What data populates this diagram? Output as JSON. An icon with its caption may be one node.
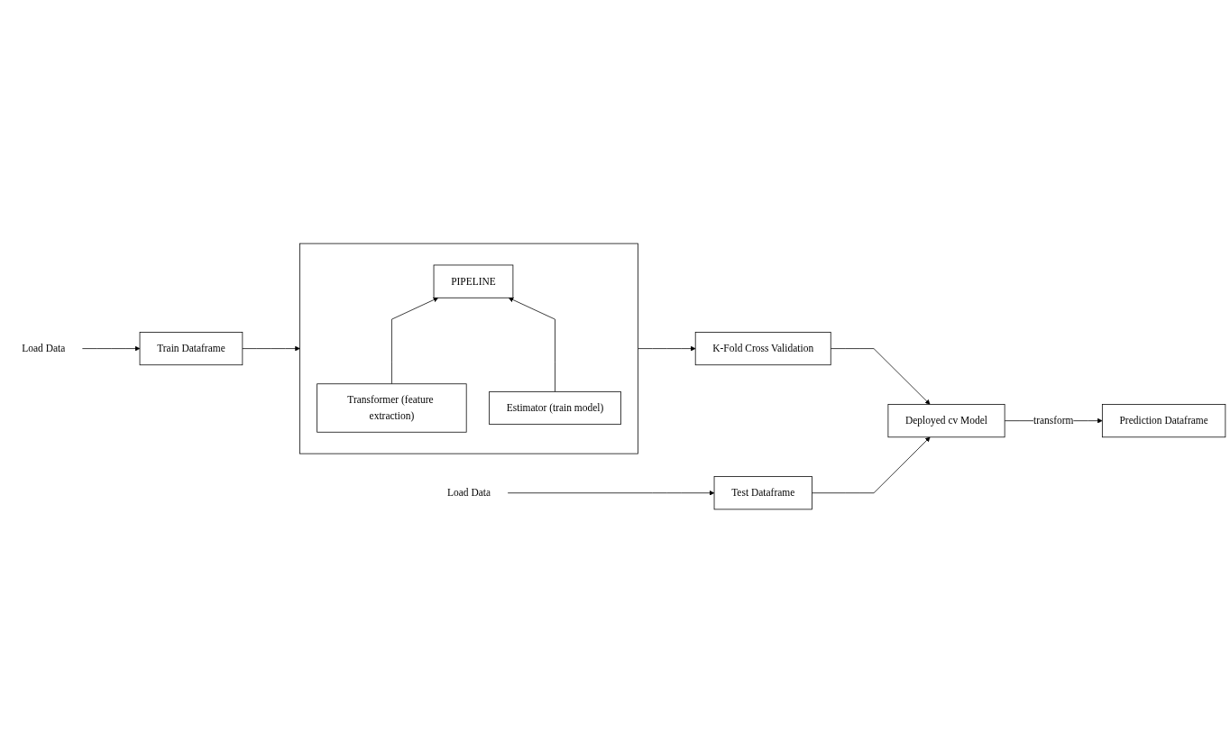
{
  "diagram": {
    "nodes": [
      {
        "text": [
          "Load Data"
        ]
      },
      {
        "text": [
          "Train Dataframe"
        ]
      },
      {
        "text": [],
        "shape": "box"
      },
      {
        "text": [
          "PIPELINE"
        ],
        "in": 2
      },
      {
        "text": [
          "Transformer (feature extraction)"
        ],
        "in": 2
      },
      {
        "text": [
          "Estimator (train model)"
        ],
        "in": 2
      },
      {
        "text": [
          "K-Fold Cross Validation"
        ]
      },
      {
        "text": [
          "Load Data"
        ]
      },
      {
        "text": [
          "Test Dataframe"
        ]
      },
      {
        "text": [
          "Deployed cv Model"
        ]
      },
      {
        "text": [
          "Prediction Dataframe"
        ]
      }
    ],
    "edges": [
      {
        "from": 0,
        "to": 1,
        "arrow": "to"
      },
      {
        "from": 1,
        "to": 2,
        "arrow": "to"
      },
      {
        "from": 4,
        "to": 3,
        "arrow": "to"
      },
      {
        "from": 5,
        "to": 3,
        "arrow": "to"
      },
      {
        "from": 2,
        "to": 6,
        "arrow": "to"
      },
      {
        "from": 6,
        "to": 9,
        "arrow": "to"
      },
      {
        "from": 7,
        "to": 8,
        "arrow": "to"
      },
      {
        "from": 8,
        "to": 9,
        "arrow": "to"
      },
      {
        "from": 9,
        "to": 10,
        "label": "transform",
        "arrow": "to"
      }
    ]
  }
}
